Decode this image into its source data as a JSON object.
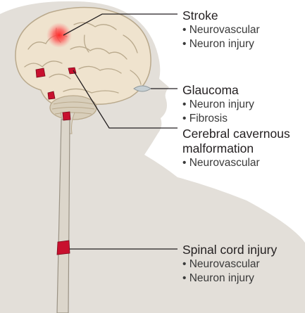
{
  "annotations": [
    {
      "id": "stroke",
      "title": "Stroke",
      "items": [
        "Neurovascular",
        "Neuron injury"
      ]
    },
    {
      "id": "glaucoma",
      "title": "Glaucoma",
      "items": [
        "Neuron injury",
        "Fibrosis"
      ]
    },
    {
      "id": "ccm",
      "title_lines": [
        "Cerebral cavernous",
        "malformation"
      ],
      "items": [
        "Neurovascular"
      ]
    },
    {
      "id": "sci",
      "title": "Spinal cord injury",
      "items": [
        "Neurovascular",
        "Neuron injury"
      ]
    }
  ],
  "colors": {
    "silhouette": "#e3dfd9",
    "brain": "#efe3ce",
    "brain_folds": "#b9a98c",
    "cerebellum": "#d8ceba",
    "spinal_cord": "#dcd6cb",
    "lesion": "#c8102e",
    "stroke_glow": "#ff3b3b",
    "eye": "#c6cfd3",
    "leader_line": "#231f20",
    "text": "#231f20"
  }
}
